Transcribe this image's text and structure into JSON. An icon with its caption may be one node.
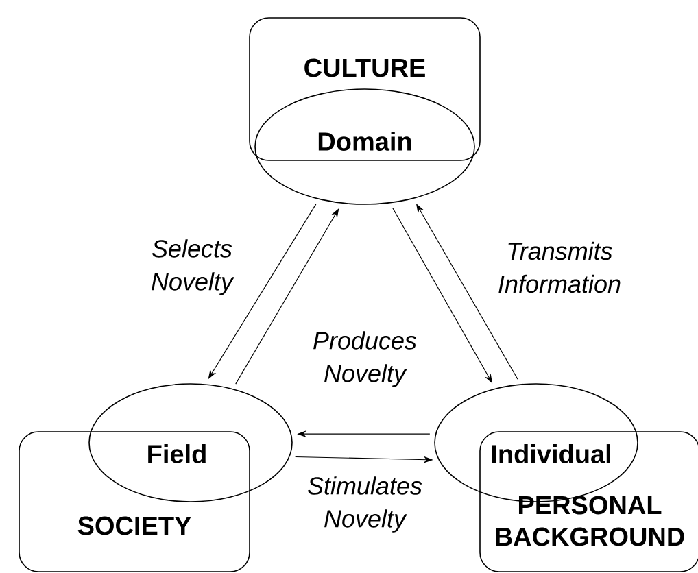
{
  "diagram": {
    "nodes": [
      {
        "text": [
          "CULTURE"
        ]
      },
      {
        "text": [
          "Domain"
        ]
      },
      {
        "text": [
          "Field"
        ]
      },
      {
        "text": [
          "SOCIETY"
        ]
      },
      {
        "text": [
          "Individual"
        ]
      },
      {
        "text": [
          "PERSONAL BACKGROUND"
        ]
      }
    ],
    "edges": [
      {
        "from": 1,
        "to": 2,
        "arrow": "to",
        "label": "Selects Novelty"
      },
      {
        "from": 2,
        "to": 1,
        "arrow": "to"
      },
      {
        "from": 1,
        "to": 4,
        "arrow": "to"
      },
      {
        "from": 4,
        "to": 1,
        "arrow": "to",
        "label": "Transmits Information"
      },
      {
        "from": 4,
        "to": 2,
        "arrow": "to",
        "label": "Produces Novelty"
      },
      {
        "from": 2,
        "to": 4,
        "arrow": "to",
        "label": "Stimulates Novelty"
      }
    ]
  }
}
